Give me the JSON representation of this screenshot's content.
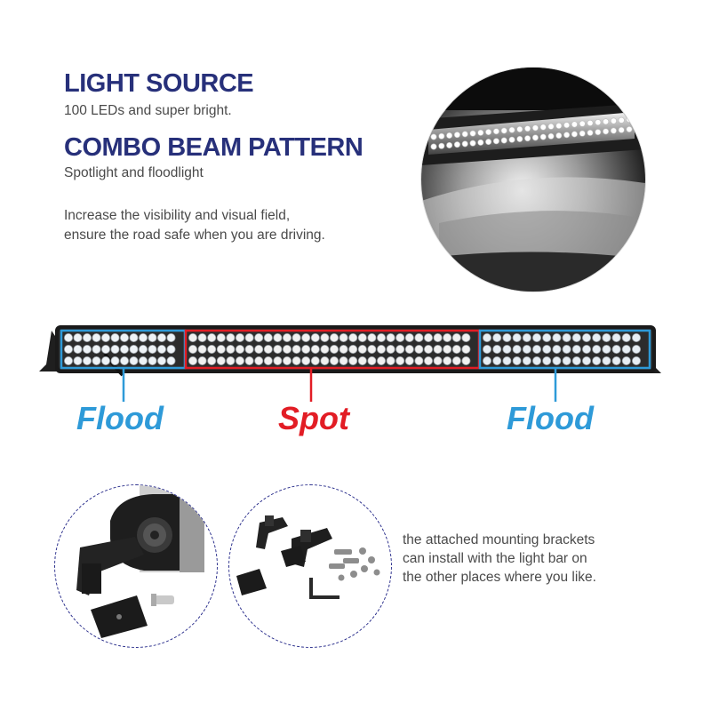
{
  "light_source": {
    "title": "LIGHT SOURCE",
    "subtitle": "100 LEDs and super bright."
  },
  "beam_pattern": {
    "title": "COMBO BEAM PATTERN",
    "subtitle": "Spotlight and floodlight"
  },
  "description": {
    "line1": "Increase the visibility and visual field,",
    "line2": "ensure the road safe when you are driving."
  },
  "beam_labels": {
    "left": "Flood",
    "center": "Spot",
    "right": "Flood"
  },
  "brackets_caption": {
    "line1": "the attached mounting brackets",
    "line2": "can install with the light bar on",
    "line3": "the other places where you like."
  },
  "colors": {
    "heading": "#27307a",
    "flood": "#2e9ad8",
    "spot": "#e21d25",
    "body_text": "#4a4a4a",
    "dashed_circle": "#2a2e8c"
  },
  "icons": [
    "led-light-bar-icon",
    "mounting-bracket-icon",
    "hex-key-icon",
    "bolt-icon"
  ]
}
